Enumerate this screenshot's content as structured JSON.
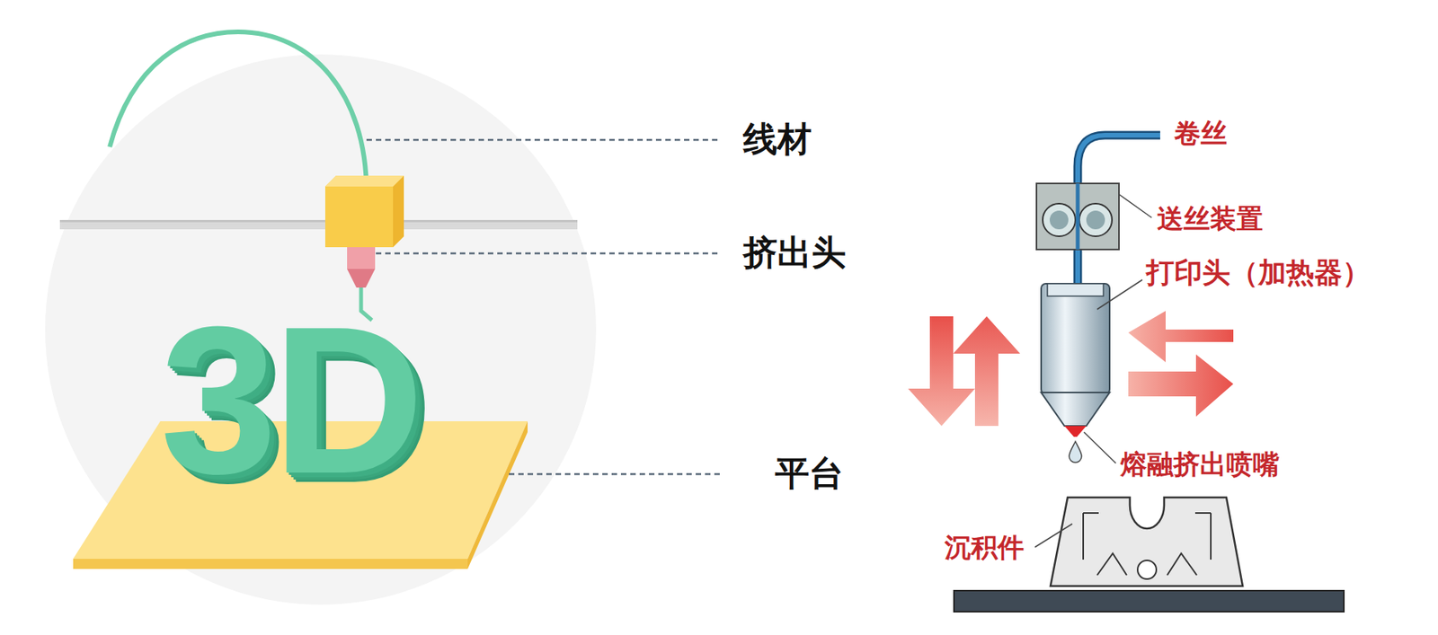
{
  "diagram": {
    "labels": [
      "线材",
      "挤出头",
      "3D",
      "平台",
      "卷丝",
      "送丝装置",
      "打印头（加热器）",
      "熔融挤出喷嘴",
      "沉积件"
    ]
  }
}
